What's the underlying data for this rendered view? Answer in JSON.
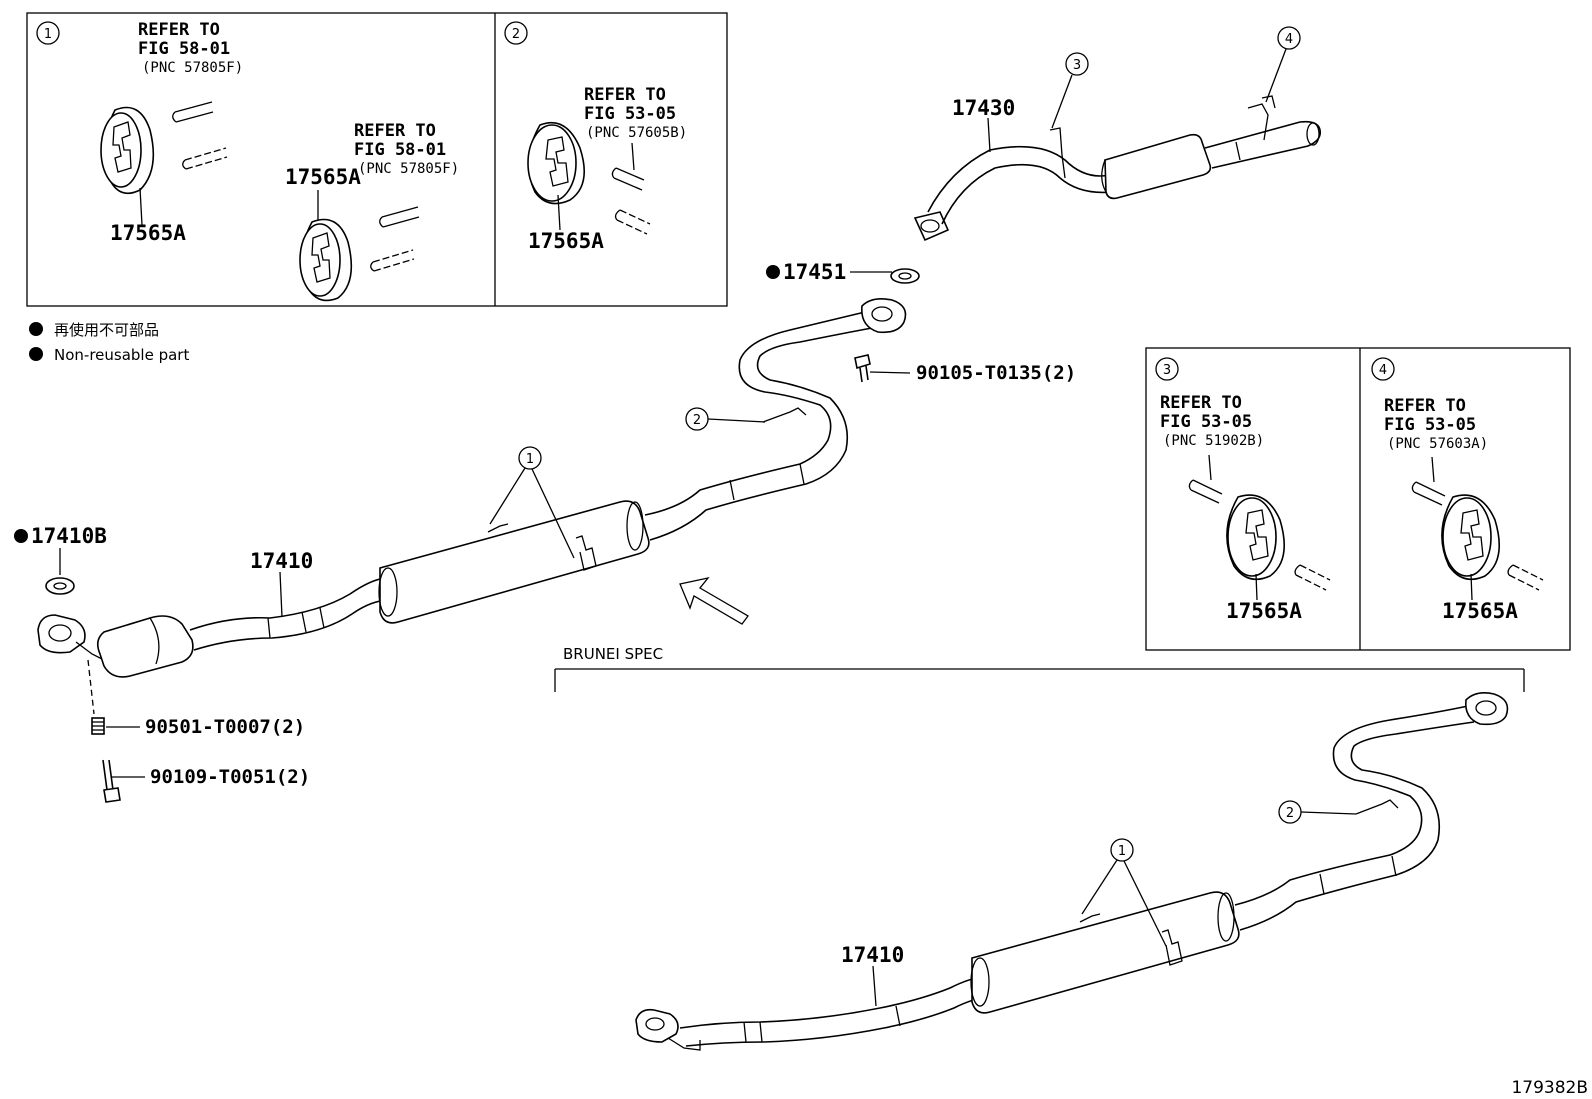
{
  "insets": {
    "inset1": {
      "number": "1",
      "ref_a": {
        "line1": "REFER TO",
        "line2": "FIG 58-01",
        "line3": "(PNC 57805F)"
      },
      "ref_b": {
        "line1": "REFER TO",
        "line2": "FIG 58-01",
        "line3": "(PNC 57805F)"
      },
      "part_a": "17565A",
      "part_b": "17565A"
    },
    "inset2": {
      "number": "2",
      "ref": {
        "line1": "REFER TO",
        "line2": "FIG 53-05",
        "line3": "(PNC 57605B)"
      },
      "part": "17565A"
    },
    "inset3": {
      "number": "3",
      "ref": {
        "line1": "REFER TO",
        "line2": "FIG 53-05",
        "line3": "(PNC 51902B)"
      },
      "part": "17565A"
    },
    "inset4": {
      "number": "4",
      "ref": {
        "line1": "REFER TO",
        "line2": "FIG 53-05",
        "line3": "(PNC 57603A)"
      },
      "part": "17565A"
    }
  },
  "legend": {
    "jp": "再使用不可部品",
    "en": "Non-reusable part"
  },
  "parts": {
    "tail_pipe": "17430",
    "gasket_17451": "17451",
    "bolt_90105": "90105-T0135(2)",
    "gasket_17410b": "17410B",
    "front_pipe": "17410",
    "spring_90501": "90501-T0007(2)",
    "bolt_90109": "90109-T0051(2)",
    "brunei_pipe": "17410"
  },
  "callouts": {
    "c1": "1",
    "c2": "2",
    "c3": "3",
    "c4": "4",
    "c1b": "1",
    "c2b": "2"
  },
  "section": {
    "brunei": "BRUNEI SPEC"
  },
  "figure_id": "179382B"
}
